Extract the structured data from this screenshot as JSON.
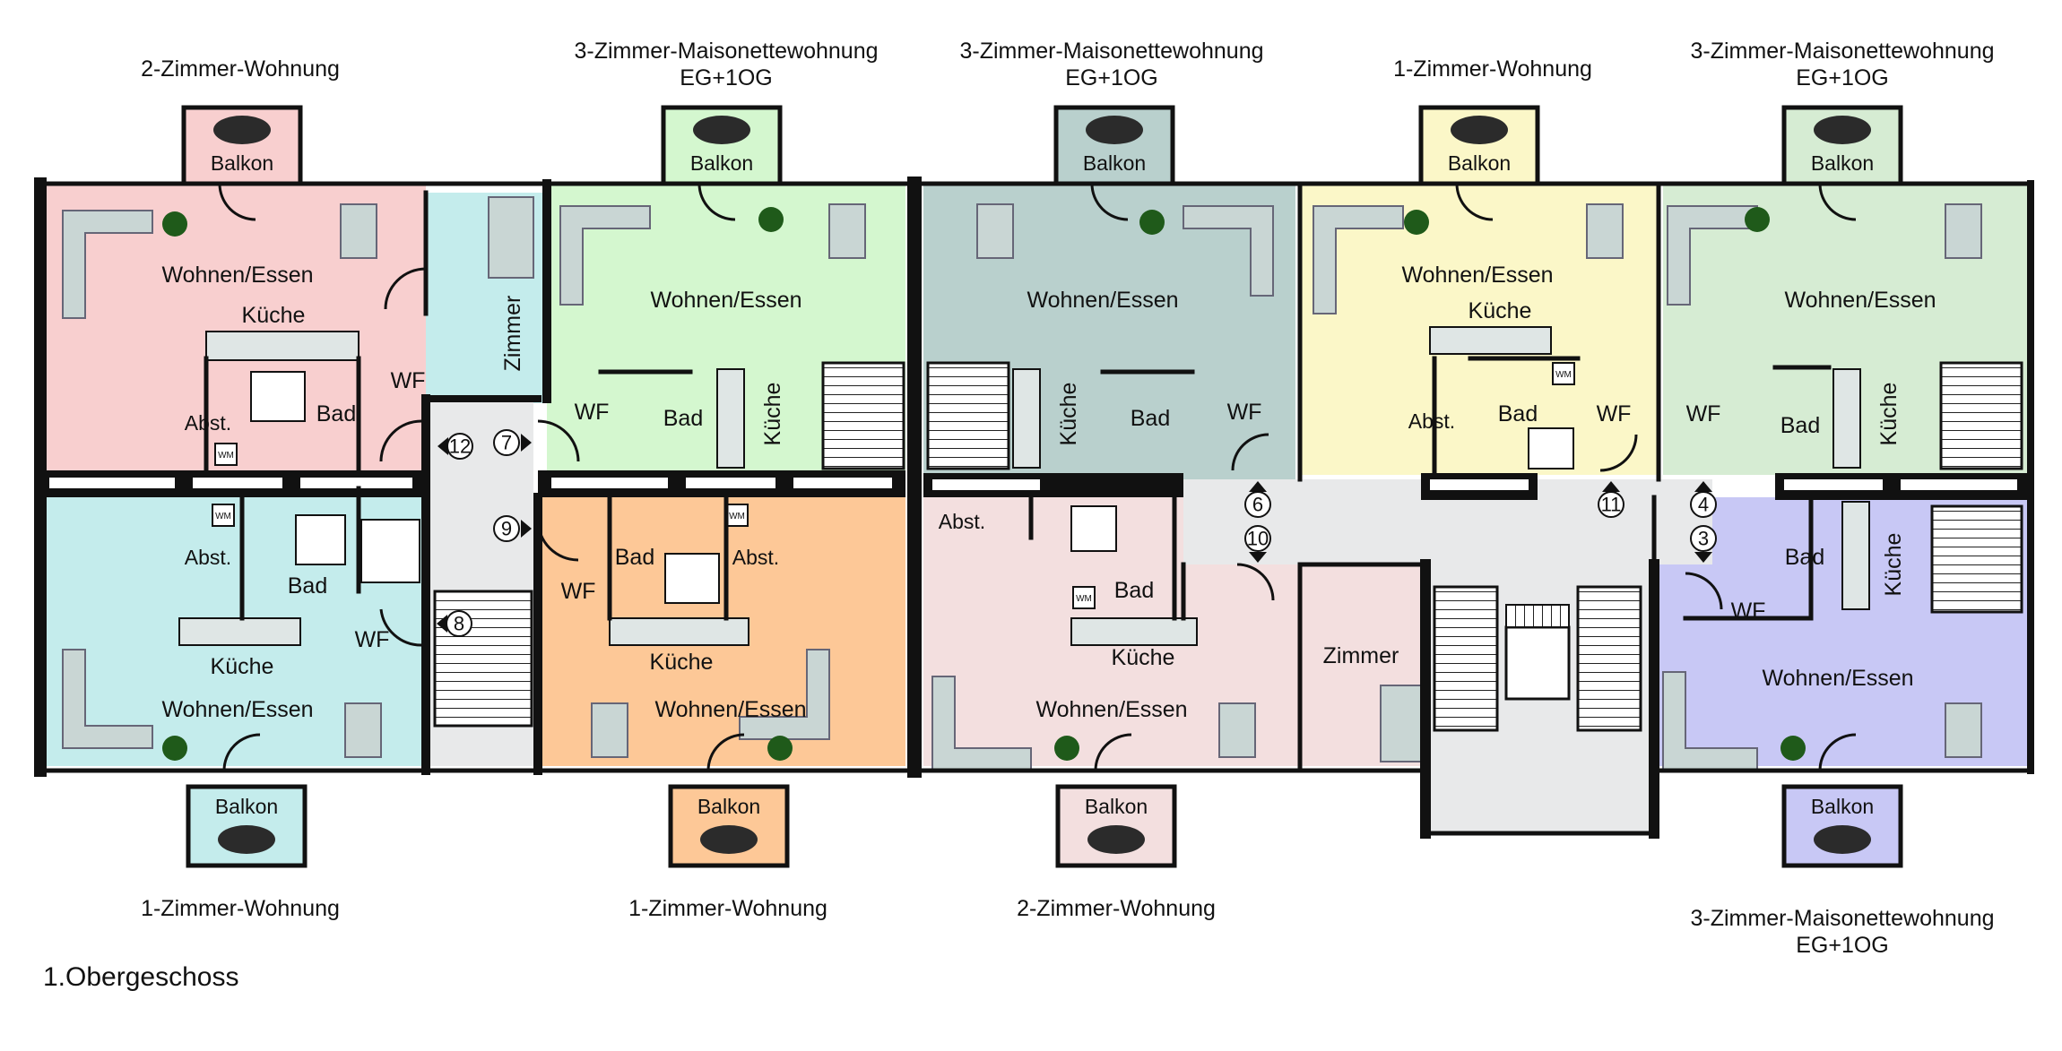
{
  "floor_label": "1.Obergeschoss",
  "colors": {
    "pink": "#f8cfcf",
    "green": "#d4f7cf",
    "teal": "#b9d0cd",
    "yellow": "#fbf7c8",
    "mint": "#d6ecd3",
    "cyan": "#c4ecec",
    "orange": "#fdc897",
    "rose": "#f3dfdf",
    "lavender": "#c8c8f5",
    "hall": "#e8e9ea",
    "wall": "#111111"
  },
  "unit_titles": {
    "top_1": "2-Zimmer-Wohnung",
    "top_2_line1": "3-Zimmer-Maisonettewohnung",
    "top_2_line2": "EG+1OG",
    "top_3_line1": "3-Zimmer-Maisonettewohnung",
    "top_3_line2": "EG+1OG",
    "top_4": "1-Zimmer-Wohnung",
    "top_5_line1": "3-Zimmer-Maisonettewohnung",
    "top_5_line2": "EG+1OG",
    "bottom_1": "1-Zimmer-Wohnung",
    "bottom_2": "1-Zimmer-Wohnung",
    "bottom_3": "2-Zimmer-Wohnung",
    "bottom_4_line1": "3-Zimmer-Maisonettewohnung",
    "bottom_4_line2": "EG+1OG"
  },
  "rooms": {
    "balkon": "Balkon",
    "wohnen_essen": "Wohnen/Essen",
    "kueche": "Küche",
    "bad": "Bad",
    "abst": "Abst.",
    "wf": "WF",
    "zimmer": "Zimmer",
    "wm": "WM"
  },
  "door_numbers": [
    "12",
    "7",
    "9",
    "8",
    "6",
    "10",
    "11",
    "4",
    "3"
  ]
}
